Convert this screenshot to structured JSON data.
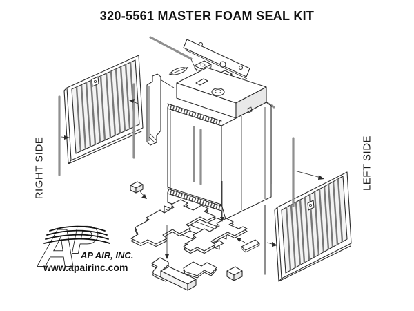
{
  "title": "320-5561 MASTER FOAM SEAL KIT",
  "side_labels": {
    "right": "RIGHT SIDE",
    "left": "LEFT SIDE"
  },
  "logo": {
    "monogram": "AP",
    "company": "AP AIR, INC.",
    "website": "www.apairinc.com"
  },
  "colors": {
    "background": "#ffffff",
    "line_art": "#2b2b2b",
    "foam_strip_gray": "#8f8f8f",
    "panel_fill": "#f3f3f3",
    "text": "#111111"
  },
  "diagram_parts": [
    "left-louvered-grille",
    "right-louvered-grille",
    "radiator-assembly",
    "top-mounting-plate",
    "mounting-pads",
    "side-baffle-left",
    "side-baffle-right",
    "foam-seal-strips",
    "bottom-foam-seal-sheets",
    "mounting-brackets"
  ]
}
